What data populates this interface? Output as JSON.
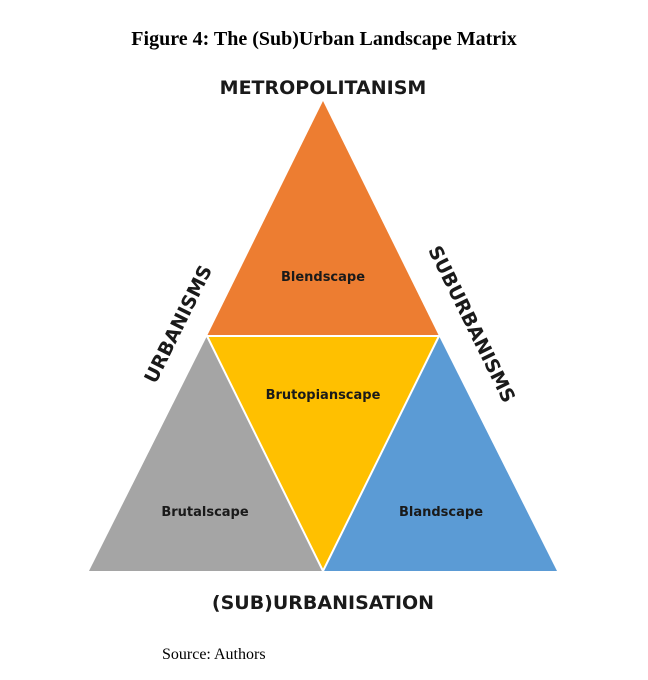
{
  "title": "Figure 4: The (Sub)Urban Landscape Matrix",
  "source": "Source: Authors",
  "axes": {
    "top": "METROPOLITANISM",
    "left": "URBANISMS",
    "right": "SUBURBANISMS",
    "bottom": "(SUB)URBANISATION"
  },
  "regions": {
    "top": {
      "label": "Blendscape",
      "color": "#ED7D31"
    },
    "center": {
      "label": "Brutopianscape",
      "color": "#FFC000"
    },
    "left": {
      "label": "Brutalscape",
      "color": "#A5A5A5"
    },
    "right": {
      "label": "Blandscape",
      "color": "#5B9BD5"
    }
  }
}
